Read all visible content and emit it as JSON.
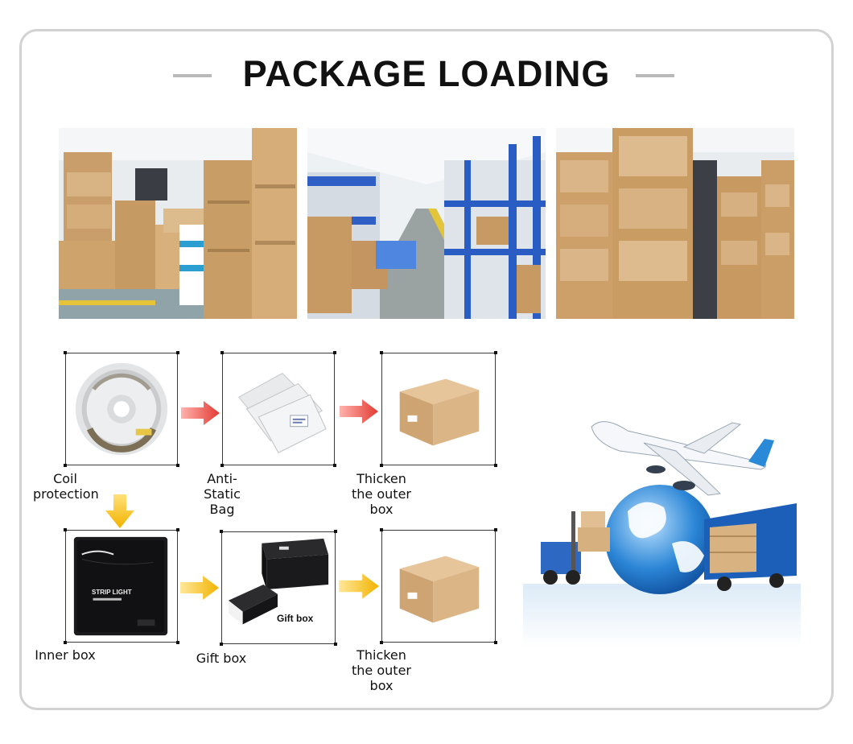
{
  "header": {
    "title": "PACKAGE LOADING"
  },
  "photos": [
    {
      "name": "warehouse-boxes-photo"
    },
    {
      "name": "warehouse-shelves-photo"
    },
    {
      "name": "stacked-cartons-photo"
    }
  ],
  "steps": {
    "coil_protection": "Coil protection",
    "anti_static_bag": "Anti-Static Bag",
    "outer_box_1": "Thicken the outer box",
    "inner_box": "Inner box",
    "gift_box": "Gift box",
    "outer_box_2": "Thicken the outer box"
  },
  "product_print": {
    "inner_box_text": "STRIP LIGHT",
    "gift_box_text": "Gift box"
  },
  "colors": {
    "arrow_red": "#e23a32",
    "arrow_yellow": "#f2b300",
    "cardboard": "#d9ae7b",
    "title": "#111111",
    "frame_border": "#d2d2d2"
  },
  "icons": {
    "arrow_right_red": "arrow-right-icon",
    "arrow_down_yellow": "arrow-down-icon",
    "arrow_right_yellow": "arrow-right-icon",
    "transport": "airplane-globe-truck-forklift-icon"
  }
}
